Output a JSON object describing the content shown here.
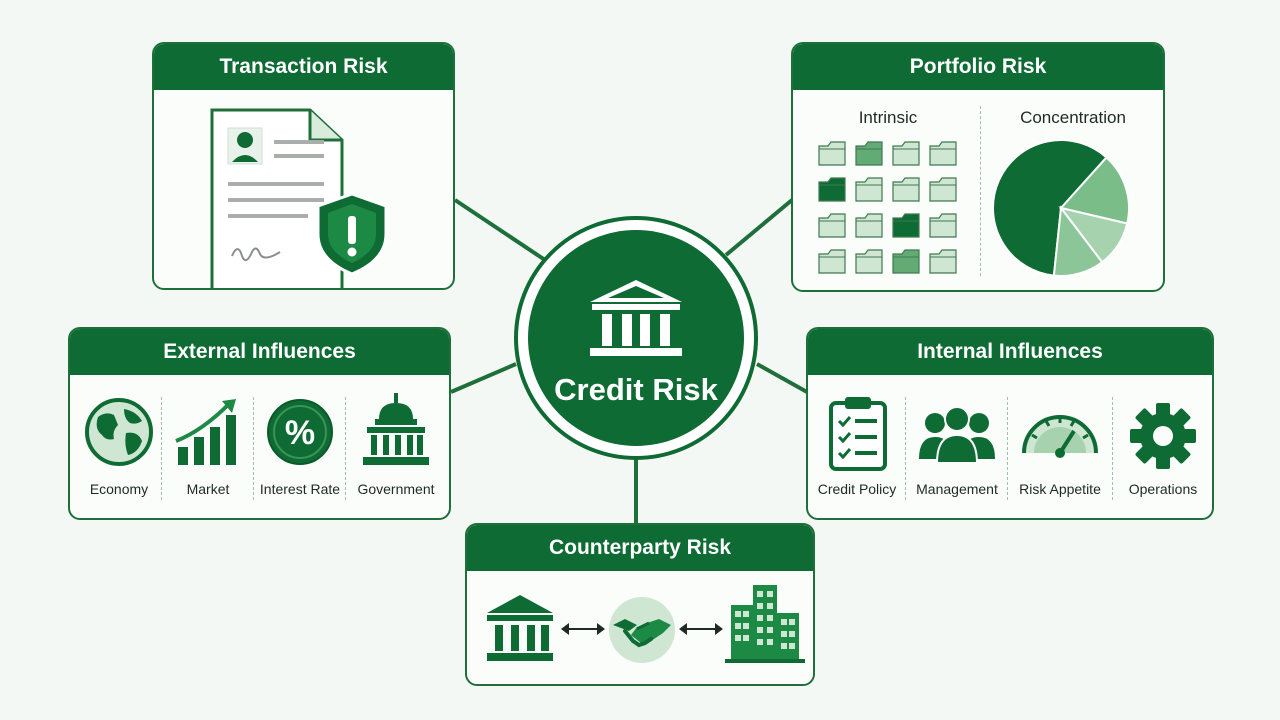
{
  "hub": {
    "label": "Credit Risk",
    "icon": "bank-icon"
  },
  "transaction_risk": {
    "title": "Transaction Risk",
    "icons": [
      "document-icon",
      "alert-shield-icon"
    ]
  },
  "portfolio_risk": {
    "title": "Portfolio Risk",
    "left_label": "Intrinsic",
    "right_label": "Concentration",
    "folder_shades": [
      [
        "light",
        "mid",
        "light",
        "light"
      ],
      [
        "dark",
        "light",
        "light",
        "light"
      ],
      [
        "light",
        "light",
        "dark",
        "light"
      ],
      [
        "light",
        "light",
        "mid",
        "light"
      ]
    ],
    "pie_slices": [
      60,
      17,
      11,
      12
    ],
    "pie_colors": [
      "#0f6b34",
      "#7bbd89",
      "#a6d3ad",
      "#8cc698"
    ]
  },
  "external_influences": {
    "title": "External Influences",
    "items": [
      {
        "label": "Economy",
        "icon": "globe-icon"
      },
      {
        "label": "Market",
        "icon": "growth-chart-icon"
      },
      {
        "label": "Interest Rate",
        "icon": "percent-icon"
      },
      {
        "label": "Government",
        "icon": "capitol-icon"
      }
    ]
  },
  "internal_influences": {
    "title": "Internal Influences",
    "items": [
      {
        "label": "Credit Policy",
        "icon": "clipboard-checklist-icon"
      },
      {
        "label": "Management",
        "icon": "people-group-icon"
      },
      {
        "label": "Risk Appetite",
        "icon": "gauge-icon"
      },
      {
        "label": "Operations",
        "icon": "gear-icon"
      }
    ]
  },
  "counterparty_risk": {
    "title": "Counterparty Risk",
    "icons": [
      "bank-icon",
      "double-arrow-icon",
      "handshake-icon",
      "double-arrow-icon",
      "office-building-icon"
    ]
  },
  "colors": {
    "primary": "#0f6b34",
    "light": "#cfe6d3",
    "mid": "#62ab74",
    "background": "#f4f8f4"
  }
}
